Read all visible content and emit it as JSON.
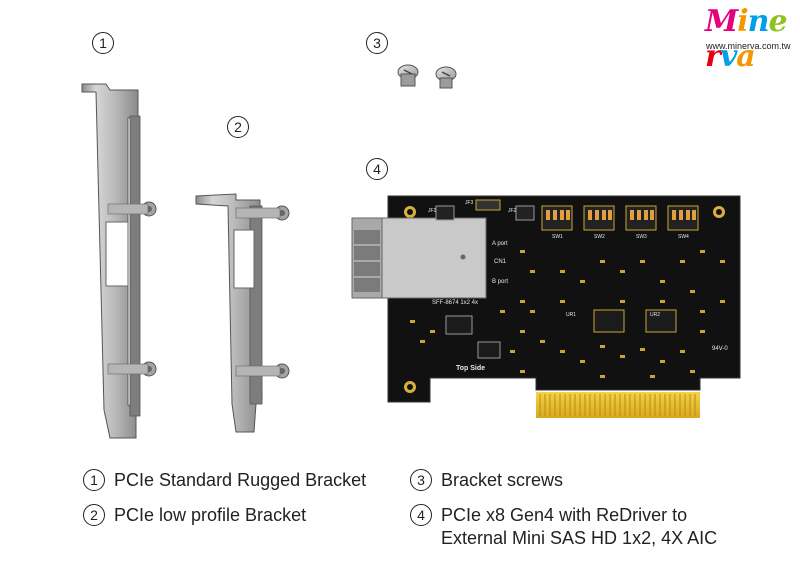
{
  "brand": {
    "logo_text": "Minerva",
    "url": "www.minerva.com.tw",
    "logo_colors": [
      "#e4007f",
      "#f39800",
      "#00a0e9",
      "#8fc31f",
      "#e60012",
      "#00a0e9",
      "#f39800"
    ]
  },
  "markers": [
    "1",
    "2",
    "3",
    "4"
  ],
  "board": {
    "labels": {
      "a_port": "A port",
      "cn1": "CN1",
      "b_port": "B port",
      "model": "SFF-8674 1x2 4x",
      "top_side": "Top Side",
      "rev": "94V-0",
      "jf1": "JF1",
      "jf3": "JF3",
      "jf2": "JF2",
      "sw1": "SW1",
      "sw2": "SW2",
      "sw3": "SW3",
      "sw4": "SW4",
      "ur1": "UR1",
      "ur2": "UR2"
    }
  },
  "legend": [
    {
      "num": "1",
      "lines": [
        "PCIe Standard Rugged Bracket"
      ]
    },
    {
      "num": "2",
      "lines": [
        "PCIe low profile Bracket"
      ]
    },
    {
      "num": "3",
      "lines": [
        "Bracket screws"
      ]
    },
    {
      "num": "4",
      "lines": [
        "PCIe x8 Gen4 with ReDriver to",
        "External Mini SAS HD 1x2, 4X AIC"
      ]
    }
  ]
}
